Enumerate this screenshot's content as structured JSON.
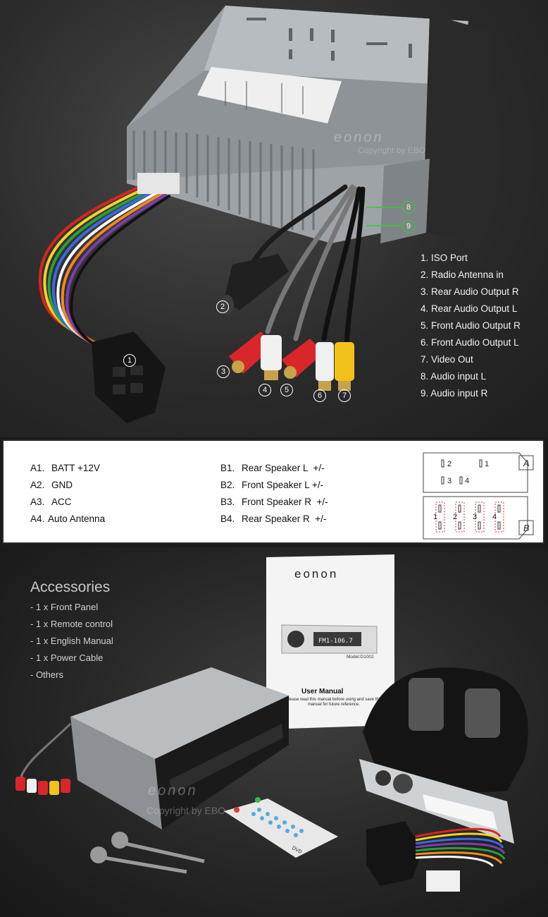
{
  "photo_top": {
    "watermark_logo": "eonon",
    "watermark_text": "Copyright by EBO",
    "callouts": [
      "1",
      "2",
      "3",
      "4",
      "5",
      "6",
      "7",
      "8",
      "9"
    ],
    "legend": [
      "1. ISO Port",
      "2. Radio Antenna in",
      "3. Rear Audio Output R",
      "4. Rear Audio Output L",
      "5. Front Audio Output R",
      "6. Front Audio Output L",
      "7. Video Out",
      "8. Audio input L",
      "9. Audio input R"
    ]
  },
  "pinout": {
    "left": [
      {
        "code": "A1.",
        "label": "BATT +12V"
      },
      {
        "code": "A2.",
        "label": "GND"
      },
      {
        "code": "A3.",
        "label": "ACC"
      },
      {
        "code": "A4.",
        "label": "Auto Antenna"
      }
    ],
    "right": [
      {
        "code": "B1.",
        "label": "Rear Speaker L  +/-"
      },
      {
        "code": "B2.",
        "label": "Front Speaker L +/-"
      },
      {
        "code": "B3.",
        "label": "Front Speaker R  +/-"
      },
      {
        "code": "B4.",
        "label": "Rear Speaker R  +/-"
      }
    ],
    "connector": {
      "block_a": "A",
      "block_b": "B",
      "a_pins": [
        "2",
        "1",
        "3",
        "4"
      ],
      "b_pins": [
        "1",
        "2",
        "3",
        "4"
      ]
    }
  },
  "accessories": {
    "title": "Accessories",
    "items": [
      "- 1 x Front Panel",
      "- 1 x Remote control",
      "- 1 x English Manual",
      "- 1 x Power Cable",
      "- Others"
    ],
    "manual": {
      "logo": "eonon",
      "lcd": "FM1-106.7",
      "model": "Model:D1002",
      "title": "User Manual",
      "note": "Please read this manual before using and save this manual for future reference."
    },
    "remote_label": "DVD",
    "watermark_logo": "eonon",
    "watermark_text": "Copyright by EBO"
  },
  "colors": {
    "callout_default": "#ffffff",
    "callout_highlight": "#2fd12f",
    "rca_red": "#d9262b",
    "rca_white": "#f0f0f0",
    "rca_yellow": "#f2c21a"
  }
}
